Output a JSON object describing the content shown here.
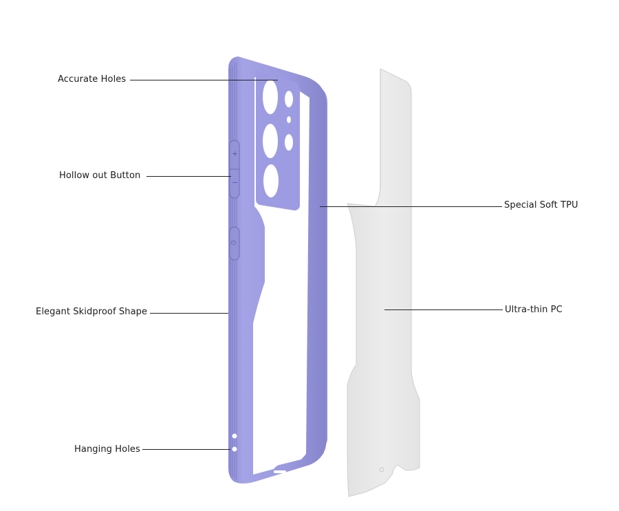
{
  "figure": {
    "subject": "Exploded view of phone case: soft TPU frame and ultra-thin PC back plate",
    "colors": {
      "tpu_frame": "#9b9be0",
      "tpu_frame_shadow": "#6e6cb0",
      "tpu_frame_inner": "#5d5a9a",
      "pc_plate": "#e9e9e9",
      "pc_plate_edge": "#cfcfcf",
      "leader_line": "#222222",
      "text": "#1a1a1a"
    }
  },
  "callouts_left": [
    {
      "id": "accurate-holes",
      "label": "Accurate Holes"
    },
    {
      "id": "hollow-out-button",
      "label": "Hollow out Button"
    },
    {
      "id": "elegant-skidproof-shape",
      "label": "Elegant Skidproof Shape"
    },
    {
      "id": "hanging-holes",
      "label": "Hanging Holes"
    }
  ],
  "callouts_right": [
    {
      "id": "special-soft-tpu",
      "label": "Special Soft TPU"
    },
    {
      "id": "ultra-thin-pc",
      "label": "Ultra-thin PC"
    }
  ],
  "icons": {
    "volume_up": "+",
    "volume_down": "−",
    "power": "⏻"
  }
}
